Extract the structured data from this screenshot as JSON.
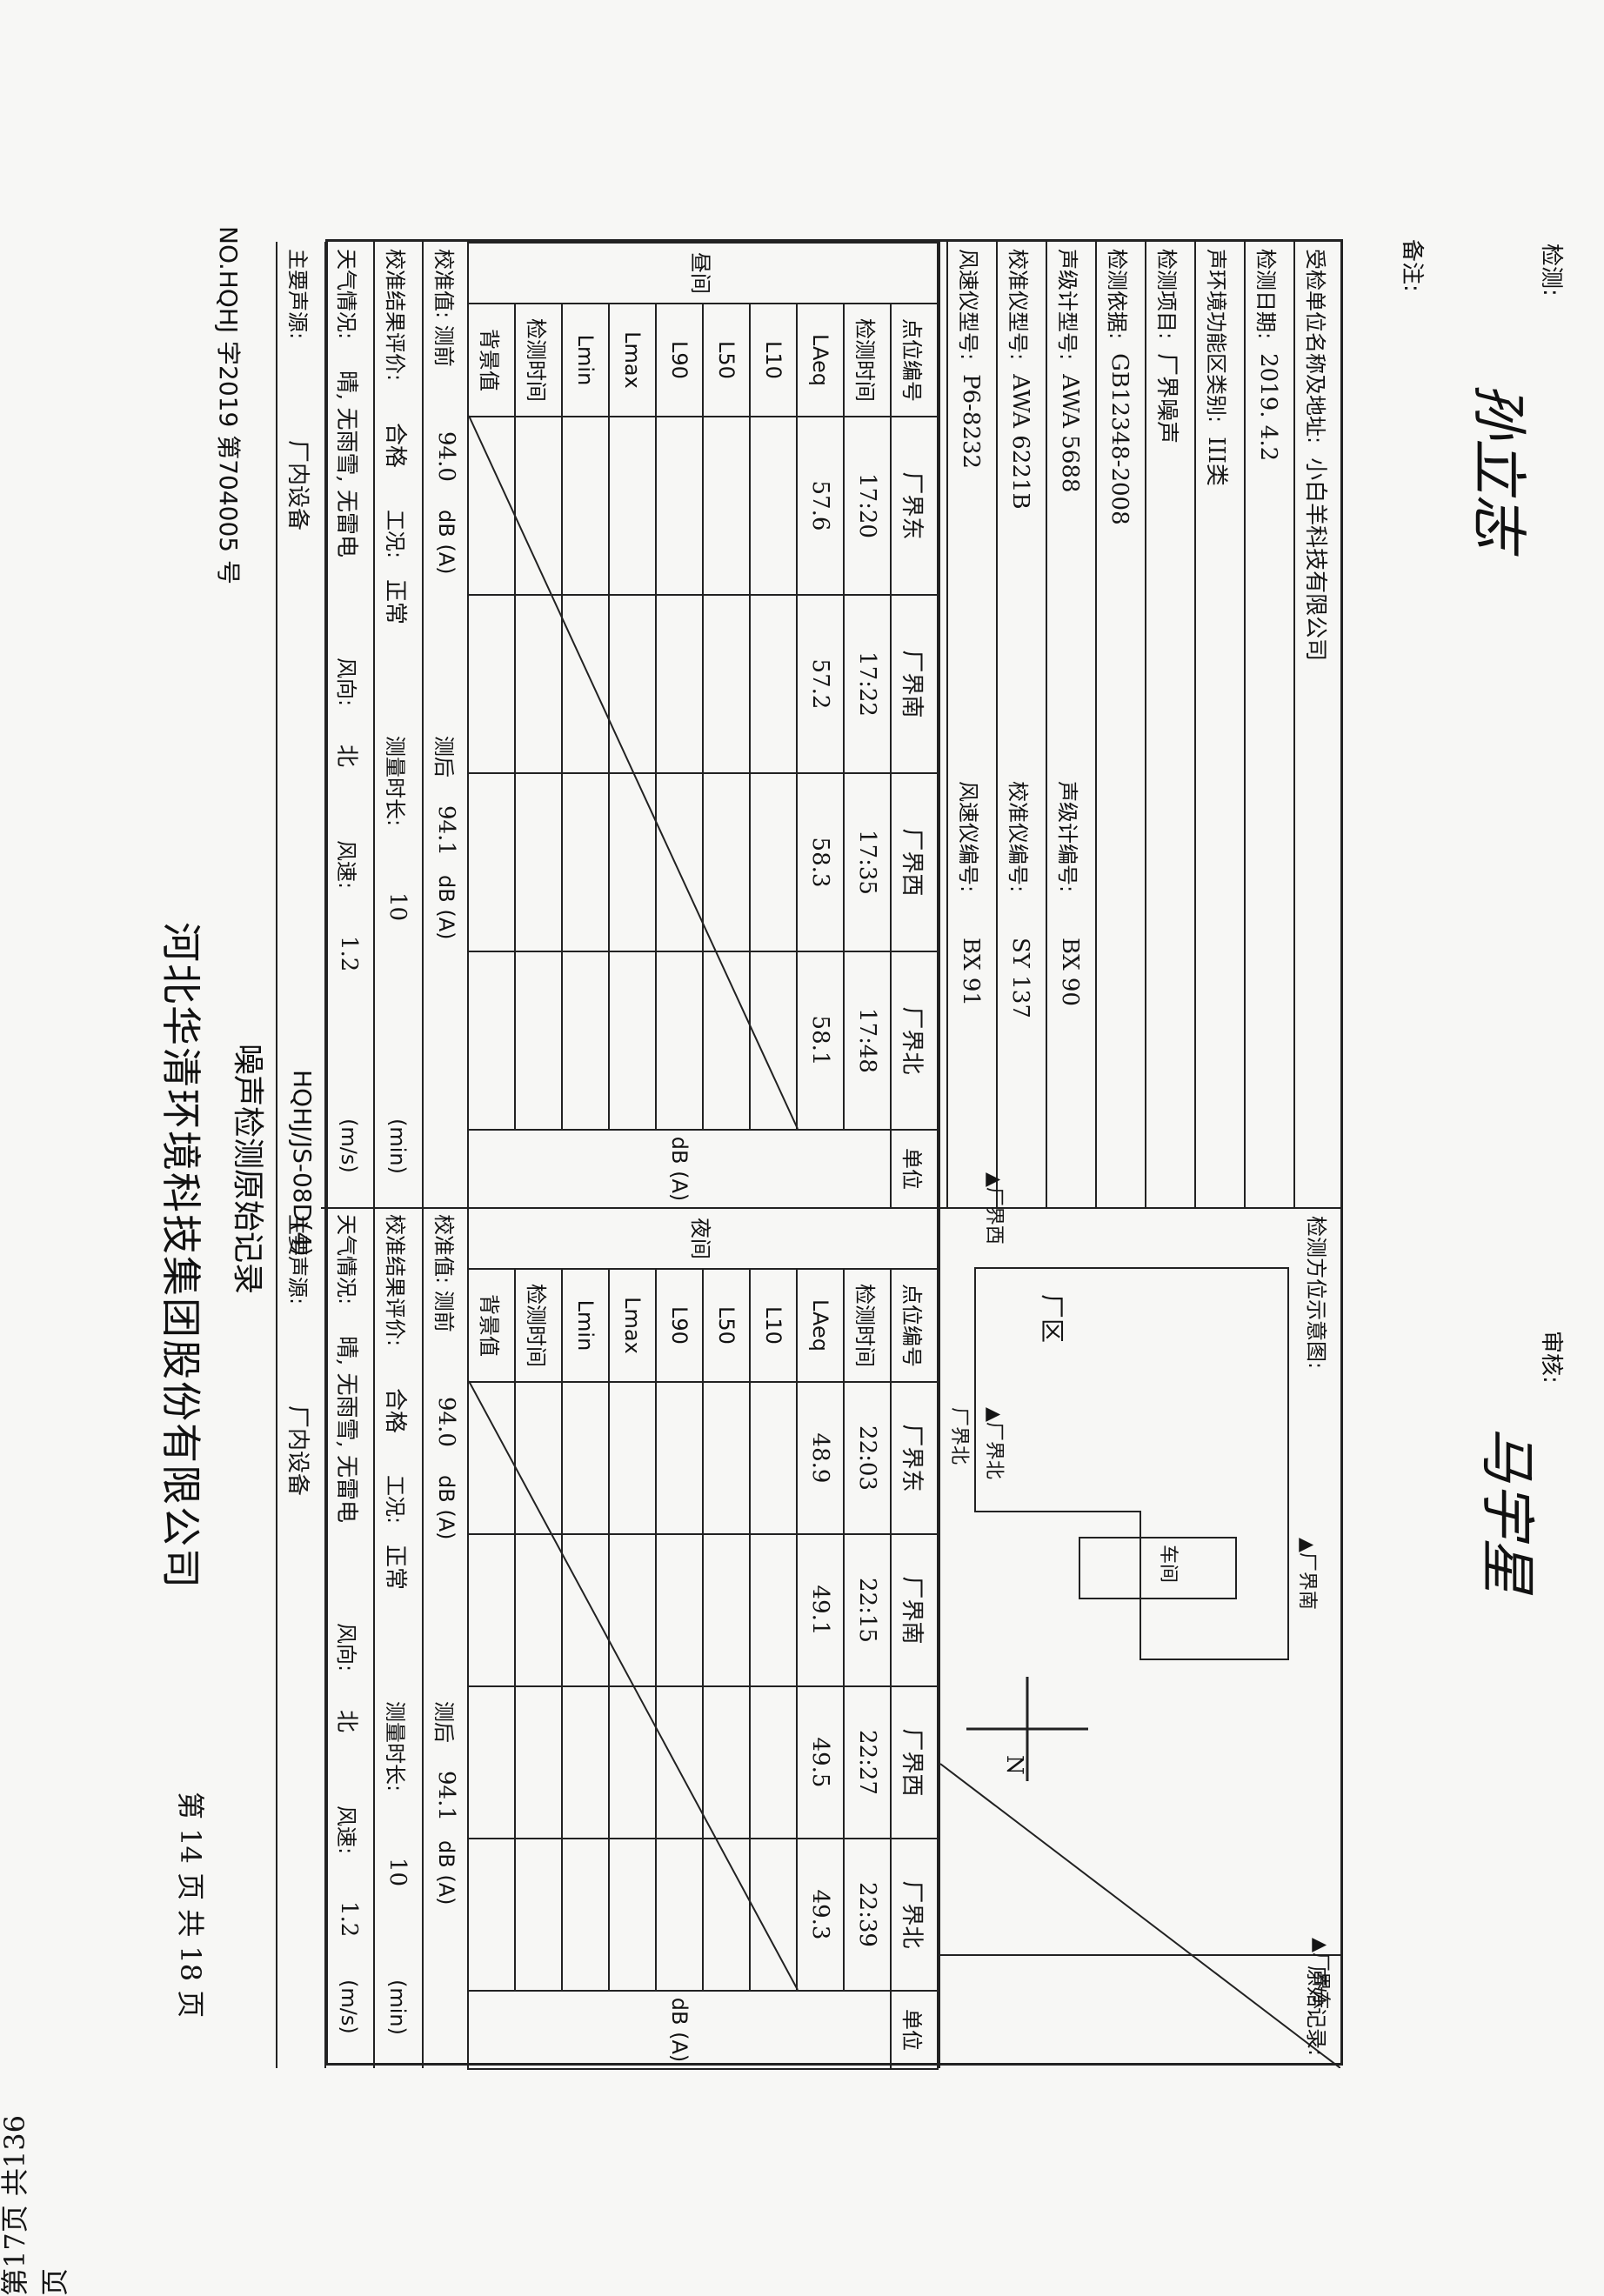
{
  "corner_note": "第17页 共136页",
  "record_no": "NO.HQHJ 字2019 第704005 号",
  "page_info": "第 14 页 共 18 页",
  "company": "河北华清环境科技集团股份有限公司",
  "doc_title": "噪声检测原始记录",
  "doc_code": "HQHJ/JS-08D(4)",
  "left_info": [
    {
      "label": "受检单位名称及地址:",
      "value": "小白羊科技有限公司"
    },
    {
      "label": "检测日期:",
      "value": "2019. 4.2"
    },
    {
      "label": "声环境功能区类别:",
      "value": "III类"
    },
    {
      "label": "检测项目:",
      "value": "厂界噪声"
    },
    {
      "label": "检测依据:",
      "value": "GB12348-2008"
    },
    {
      "label": "声级计型号:",
      "value": "AWA 5688",
      "label2": "声级计编号:",
      "value2": "BX 90"
    },
    {
      "label": "校准仪型号:",
      "value": "AWA 6221B",
      "label2": "校准仪编号:",
      "value2": "SY 137"
    },
    {
      "label": "风速仪型号:",
      "value": "P6-8232",
      "label2": "风速仪编号:",
      "value2": "BX 91"
    }
  ],
  "diagram": {
    "label": "检测方位示意图:",
    "labels": [
      "厂区",
      "厂界北",
      "厂界东",
      "厂界南",
      "厂界西",
      "车间",
      "N",
      "▲厂界东",
      "▲厂界南",
      "▲厂界西",
      "▲厂界北"
    ]
  },
  "original_record_label": "原始记录:",
  "unit_label": "单位",
  "unit_value": "dB (A)",
  "day": {
    "period": "昼间",
    "row_labels": [
      "点位编号",
      "检测时间",
      "LAeq",
      "L10",
      "L50",
      "L90",
      "Lmax",
      "Lmin",
      "检测时间",
      "背景值"
    ],
    "points": [
      {
        "id": "厂界东",
        "time": "17:20",
        "laeq": "57.6"
      },
      {
        "id": "厂界南",
        "time": "17:22",
        "laeq": "57.2"
      },
      {
        "id": "厂界西",
        "time": "17:35",
        "laeq": "58.3"
      },
      {
        "id": "厂界北",
        "time": "17:48",
        "laeq": "58.1"
      }
    ],
    "calib_label": "校准值: 测前",
    "calib_before": "94.0",
    "calib_unit": "dB (A)",
    "calib_after_label": "测后",
    "calib_after": "94.1",
    "calib_after_unit": "dB (A)",
    "eval_label": "校准结果评价:",
    "eval": "合格",
    "work_label": "工况:",
    "work": "正常",
    "duration_label": "测量时长:",
    "duration": "10",
    "duration_unit": "(min)",
    "weather_label": "天气情况:",
    "weather": "晴, 无雨雪, 无雷电",
    "wind_dir_label": "风向:",
    "wind_dir": "北",
    "wind_speed_label": "风速:",
    "wind_speed": "1.2",
    "wind_unit": "(m/s)",
    "source_label": "主要声源:",
    "source": "厂内设备"
  },
  "night": {
    "period": "夜间",
    "row_labels": [
      "点位编号",
      "检测时间",
      "LAeq",
      "L10",
      "L50",
      "L90",
      "Lmax",
      "Lmin",
      "检测时间",
      "背景值"
    ],
    "points": [
      {
        "id": "厂界东",
        "time": "22:03",
        "laeq": "48.9"
      },
      {
        "id": "厂界南",
        "time": "22:15",
        "laeq": "49.1"
      },
      {
        "id": "厂界西",
        "time": "22:27",
        "laeq": "49.5"
      },
      {
        "id": "厂界北",
        "time": "22:39",
        "laeq": "49.3"
      }
    ],
    "calib_label": "校准值: 测前",
    "calib_before": "94.0",
    "calib_unit": "dB (A)",
    "calib_after_label": "测后",
    "calib_after": "94.1",
    "calib_after_unit": "dB (A)",
    "eval_label": "校准结果评价:",
    "eval": "合格",
    "work_label": "工况:",
    "work": "正常",
    "duration_label": "测量时长:",
    "duration": "10",
    "duration_unit": "(min)",
    "weather_label": "天气情况:",
    "weather": "晴, 无雨雪, 无雷电",
    "wind_dir_label": "风向:",
    "wind_dir": "北",
    "wind_speed_label": "风速:",
    "wind_speed": "1.2",
    "wind_unit": "(m/s)",
    "source_label": "主要声源:",
    "source": "厂内设备"
  },
  "remark_label": "备注:",
  "inspector_label": "检测:",
  "inspector_sig": "孙立志",
  "reviewer_label": "审核:",
  "reviewer_sig": "马宇星"
}
